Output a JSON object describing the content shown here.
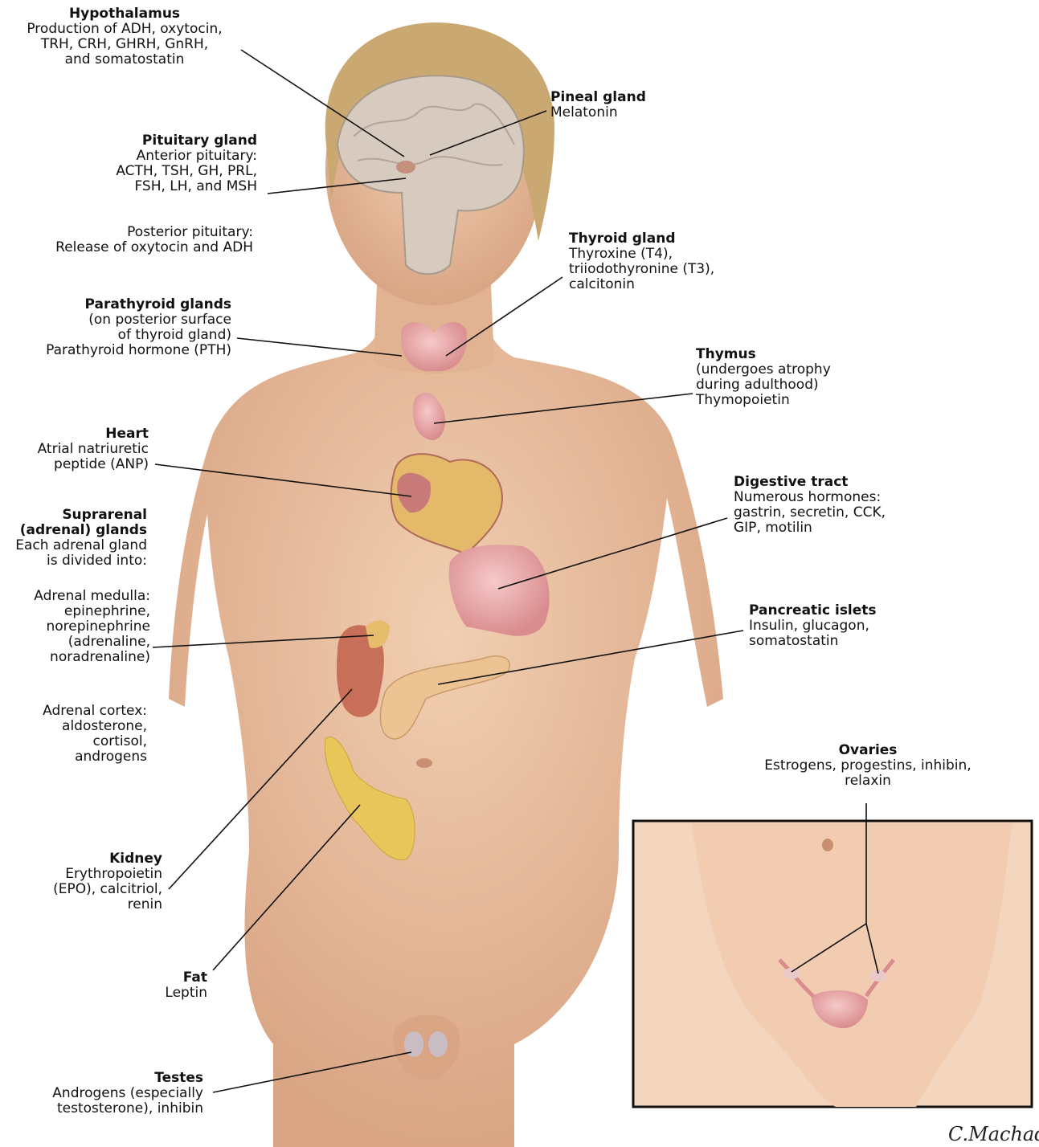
{
  "labels": {
    "hypothalamus": {
      "title": "Hypothalamus",
      "body": "Production of ADH, oxytocin,\nTRH, CRH, GHRH, GnRH,\nand somatostatin"
    },
    "pineal": {
      "title": "Pineal gland",
      "body": "Melatonin"
    },
    "pituitary": {
      "title": "Pituitary gland",
      "body": "Anterior pituitary:\nACTH, TSH, GH, PRL,\nFSH, LH, and MSH",
      "body2": "Posterior pituitary:\nRelease of oxytocin and ADH"
    },
    "thyroid": {
      "title": "Thyroid gland",
      "body": "Thyroxine (T4),\ntriiodothyronine (T3),\ncalcitonin"
    },
    "parathyroid": {
      "title": "Parathyroid glands",
      "body": "(on posterior surface\nof thyroid gland)\nParathyroid hormone (PTH)"
    },
    "thymus": {
      "title": "Thymus",
      "body": "(undergoes atrophy\nduring adulthood)\nThymopoietin"
    },
    "heart": {
      "title": "Heart",
      "body": "Atrial natriuretic\npeptide (ANP)"
    },
    "digestive": {
      "title": "Digestive tract",
      "body": "Numerous hormones:\ngastrin, secretin, CCK,\nGIP, motilin"
    },
    "adrenal": {
      "title": "Suprarenal\n(adrenal) glands",
      "body": "Each adrenal gland\nis divided into:",
      "body2": "Adrenal medulla:\nepinephrine,\nnorepinephrine\n(adrenaline,\nnoradrenaline)",
      "body3": "Adrenal cortex:\naldosterone,\ncortisol,\nandrogens"
    },
    "pancreas": {
      "title": "Pancreatic islets",
      "body": "Insulin, glucagon,\nsomatostatin"
    },
    "ovaries": {
      "title": "Ovaries",
      "body": "Estrogens, progestins, inhibin,\nrelaxin"
    },
    "kidney": {
      "title": "Kidney",
      "body": "Erythropoietin\n(EPO), calcitriol,\nrenin"
    },
    "fat": {
      "title": "Fat",
      "body": "Leptin"
    },
    "testes": {
      "title": "Testes",
      "body": "Androgens (especially\ntestosterone), inhibin"
    }
  },
  "signature": "C.Machado",
  "colors": {
    "skin": "#ecc4a4",
    "skin_shadow": "#d9a584",
    "hair": "#caa872",
    "organ_pink": "#e9a9ab",
    "fat_yellow": "#e8c65a",
    "leader": "#111111"
  }
}
